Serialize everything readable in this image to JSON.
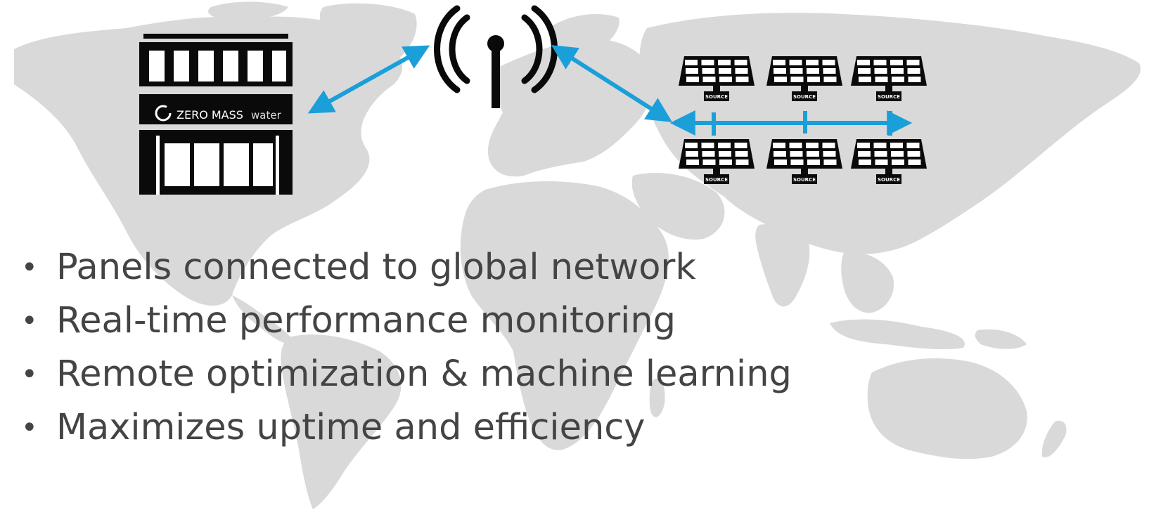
{
  "colors": {
    "map": "#d9d9d9",
    "arrow": "#1a9fd9",
    "icon": "#0a0a0a",
    "text": "#444444"
  },
  "icons": {
    "building": "building-icon",
    "antenna": "antenna-icon",
    "panel": "solar-panel-icon",
    "map": "world-map"
  },
  "building": {
    "brand_main": "ZERO MASS",
    "brand_sub": "water"
  },
  "panels": [
    {
      "label": "SOURCE"
    },
    {
      "label": "SOURCE"
    },
    {
      "label": "SOURCE"
    },
    {
      "label": "SOURCE"
    },
    {
      "label": "SOURCE"
    },
    {
      "label": "SOURCE"
    }
  ],
  "bullets": [
    "Panels connected to global network",
    "Real-time performance monitoring",
    "Remote optimization & machine learning",
    "Maximizes uptime and efficiency"
  ],
  "bullet_symbol": "•"
}
